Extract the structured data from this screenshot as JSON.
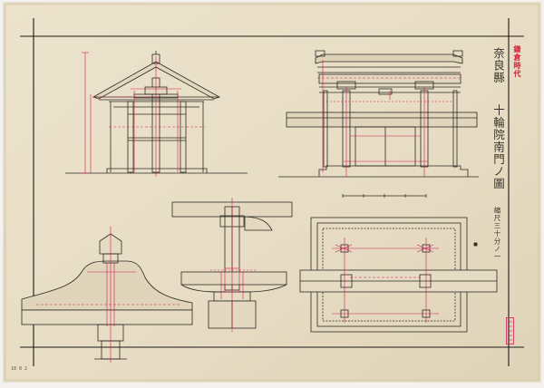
{
  "drawing": {
    "era_label": "鎌倉時代",
    "title_line1": "奈良縣",
    "title_line2": "十輪院南門ノ圖",
    "scale_note": "縮尺三十分ノ一",
    "sheet_number": "18 8 2"
  },
  "colors": {
    "paper": "#e9dfc8",
    "ink": "#2d2a24",
    "red": "#d01a55",
    "era_red": "#d1203c",
    "border": "#1d1b18"
  }
}
